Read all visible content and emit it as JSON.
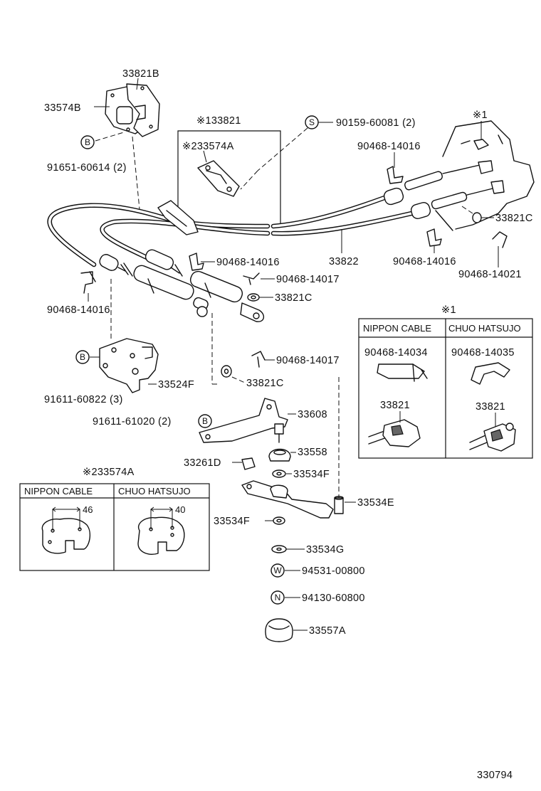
{
  "labels": {
    "p33821B": "33821B",
    "p33574B": "33574B",
    "p91651": "91651-60614 (2)",
    "p133821": "※133821",
    "p233574A_top": "※233574A",
    "p90159": "90159-60081 (2)",
    "star1_top": "※1",
    "p90468_14016_a": "90468-14016",
    "p33821C_a": "33821C",
    "p33822": "33822",
    "p90468_14016_b": "90468-14016",
    "p90468_14021": "90468-14021",
    "p90468_14016_c": "90468-14016",
    "p90468_14017_a": "90468-14017",
    "p33821C_b": "33821C",
    "p90468_14016_d": "90468-14016",
    "p90468_14017_b": "90468-14017",
    "p33821C_c": "33821C",
    "p33524F": "33524F",
    "p91611_60822": "91611-60822 (3)",
    "p91611_61020": "91611-61020 (2)",
    "p33608": "33608",
    "p33558": "33558",
    "p33261D": "33261D",
    "p33534F_a": "33534F",
    "p33534E": "33534E",
    "p33534F_b": "33534F",
    "p33534G": "33534G",
    "p94531": "94531-00800",
    "p94130": "94130-60800",
    "p33557A": "33557A",
    "drawing_no": "330794"
  },
  "circle_markers": {
    "S": "S",
    "B1": "B",
    "B2": "B",
    "B3": "B",
    "W": "W",
    "N": "N"
  },
  "table_right": {
    "title": "※1",
    "col1_header": "NIPPON CABLE",
    "col2_header": "CHUO HATSUJO",
    "col1_clip": "90468-14034",
    "col2_clip": "90468-14035",
    "col1_part": "33821",
    "col2_part": "33821"
  },
  "table_left": {
    "title": "※233574A",
    "col1_header": "NIPPON  CABLE",
    "col2_header": "CHUO HATSUJO",
    "col1_dim": "46",
    "col2_dim": "40"
  }
}
